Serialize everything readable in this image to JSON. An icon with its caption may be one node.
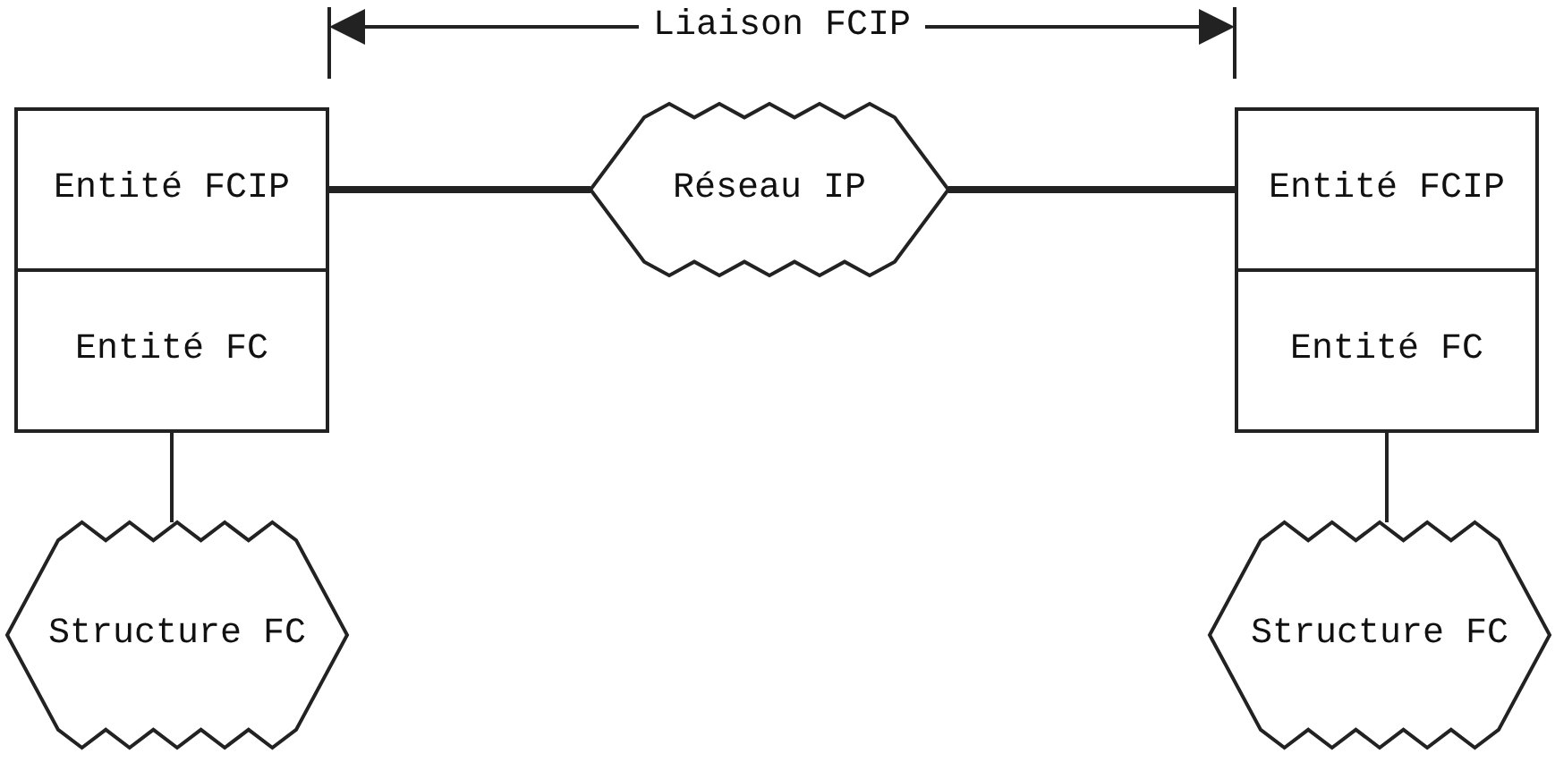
{
  "diagram": {
    "nodes": [
      {
        "text": [
          "Entité FCIP"
        ]
      },
      {
        "text": [
          "Entité FC"
        ]
      },
      {
        "text": [
          "Réseau IP"
        ]
      },
      {
        "text": [
          "Entité FCIP"
        ]
      },
      {
        "text": [
          "Entité FC"
        ]
      },
      {
        "text": [
          "Structure FC"
        ]
      },
      {
        "text": [
          "Structure FC"
        ]
      }
    ],
    "edges": [
      {
        "from": 0,
        "to": 2,
        "arrow": "none",
        "style": "thick"
      },
      {
        "from": 2,
        "to": 3,
        "arrow": "none",
        "style": "thick"
      },
      {
        "from": 1,
        "to": 5,
        "arrow": "none"
      },
      {
        "from": 4,
        "to": 6,
        "arrow": "none"
      }
    ],
    "labels": [
      "Liaison FCIP"
    ]
  }
}
